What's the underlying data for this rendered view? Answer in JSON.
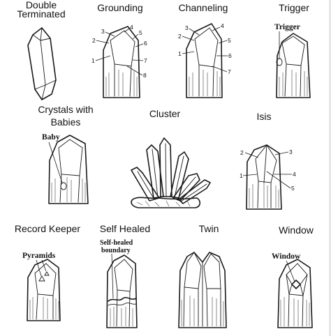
{
  "titles": {
    "double_terminated": [
      "Double",
      "Terminated"
    ],
    "grounding": "Grounding",
    "channeling": "Channeling",
    "trigger": "Trigger",
    "crystals_with_babies": [
      "Crystals with",
      "Babies"
    ],
    "cluster": "Cluster",
    "isis": "Isis",
    "record_keeper": "Record Keeper",
    "self_healed": "Self Healed",
    "twin": "Twin",
    "window": "Window"
  },
  "annotations": {
    "trigger": "Trigger",
    "baby": "Baby",
    "pyramids": "Pyramids",
    "self_healed_boundary": [
      "Self-healed",
      "boundary"
    ],
    "window": "Window"
  },
  "face_numbers": {
    "grounding": [
      "1",
      "2",
      "3",
      "4",
      "5",
      "6",
      "7",
      "8"
    ],
    "channeling": [
      "1",
      "2",
      "3",
      "4",
      "5",
      "6",
      "7"
    ],
    "isis": [
      "1",
      "2",
      "3",
      "4",
      "5"
    ]
  }
}
